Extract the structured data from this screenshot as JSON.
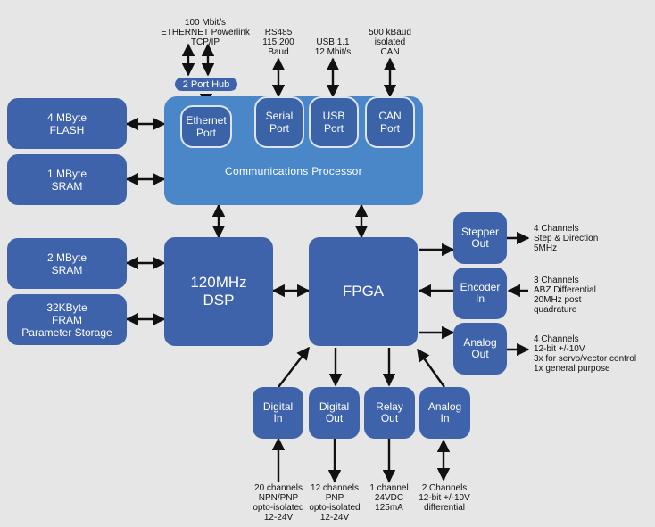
{
  "memory_blocks": {
    "flash": [
      "4 MByte",
      "FLASH"
    ],
    "sram1": [
      "1 MByte",
      "SRAM"
    ],
    "sram2": [
      "2 MByte",
      "SRAM"
    ],
    "fram": [
      "32KByte",
      "FRAM",
      "Parameter Storage"
    ]
  },
  "comm_processor": {
    "label": "Communications  Processor",
    "hub_label": "2 Port Hub",
    "ports": {
      "ethernet": [
        "Ethernet",
        "Port"
      ],
      "serial": [
        "Serial",
        "Port"
      ],
      "usb": [
        "USB",
        "Port"
      ],
      "can": [
        "CAN",
        "Port"
      ]
    }
  },
  "top_labels": {
    "ethernet": [
      "100 Mbit/s",
      "ETHERNET Powerlink",
      "TCP/IP"
    ],
    "serial": [
      "RS485",
      "115,200",
      "Baud"
    ],
    "usb": [
      "USB 1.1",
      "12 Mbit/s"
    ],
    "can": [
      "500 kBaud",
      "isolated",
      "CAN"
    ]
  },
  "dsp": [
    "120MHz",
    "DSP"
  ],
  "fpga": "FPGA",
  "right_modules": {
    "stepper": {
      "name": [
        "Stepper",
        "Out"
      ],
      "desc": [
        "4 Channels",
        "Step & Direction",
        "5MHz"
      ]
    },
    "encoder": {
      "name": [
        "Encoder",
        "In"
      ],
      "desc": [
        "3 Channels",
        "ABZ Differential",
        "20MHz post",
        "quadrature"
      ]
    },
    "analog_out": {
      "name": [
        "Analog",
        "Out"
      ],
      "desc": [
        "4 Channels",
        "12-bit +/-10V",
        "3x for servo/vector control",
        "1x general purpose"
      ]
    }
  },
  "bottom_modules": {
    "digital_in": {
      "name": [
        "Digital",
        "In"
      ],
      "desc": [
        "20 channels",
        "NPN/PNP",
        "opto-isolated",
        "12-24V"
      ]
    },
    "digital_out": {
      "name": [
        "Digital",
        "Out"
      ],
      "desc": [
        "12 channels",
        "PNP",
        "opto-isolated",
        "12-24V"
      ]
    },
    "relay_out": {
      "name": [
        "Relay",
        "Out"
      ],
      "desc": [
        "1 channel",
        "24VDC",
        "125mA"
      ]
    },
    "analog_in": {
      "name": [
        "Analog",
        "In"
      ],
      "desc": [
        "2 Channels",
        "12-bit +/-10V",
        "differential"
      ]
    }
  },
  "colors": {
    "background": "#e6e6e7",
    "block": "#3f63aa",
    "comm_processor": "#4a87c8",
    "arrow": "#111111"
  }
}
